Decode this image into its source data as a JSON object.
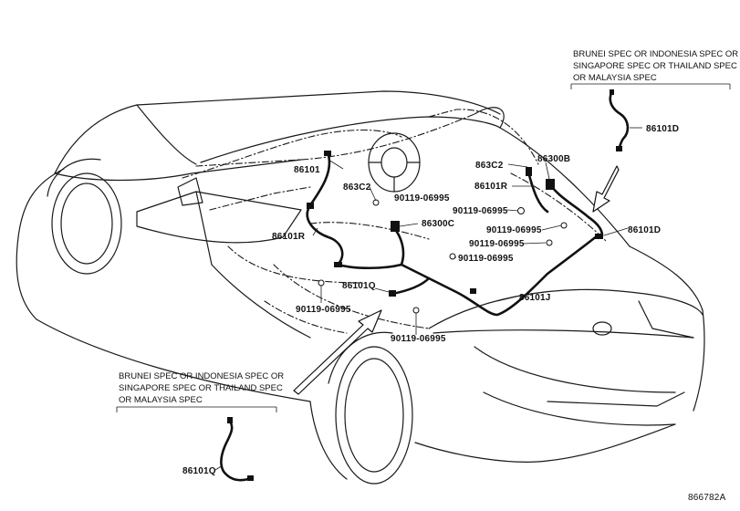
{
  "diagram_id": "866782A",
  "spec_note_upper": {
    "line1": "BRUNEI SPEC OR INDONESIA SPEC OR",
    "line2": "SINGAPORE SPEC OR THAILAND SPEC",
    "line3": "OR MALAYSIA SPEC"
  },
  "spec_note_lower": {
    "line1": "BRUNEI SPEC OR INDONESIA SPEC OR",
    "line2": "SINGAPORE SPEC OR THAILAND SPEC",
    "line3": "OR MALAYSIA SPEC"
  },
  "labels": {
    "p86101": "86101",
    "p863C2_left": "863C2",
    "p86101R_left": "86101R",
    "p863C2_right": "863C2",
    "p86300B": "86300B",
    "p86101R_right": "86101R",
    "bolt_a": "90119-06995",
    "bolt_b": "90119-06995",
    "p86300C": "86300C",
    "bolt_c": "90119-06995",
    "p86101D_main": "86101D",
    "bolt_d": "90119-06995",
    "bolt_e": "90119-06995",
    "p86101Q_main": "86101Q",
    "p86101J": "86101J",
    "bolt_f": "90119-06995",
    "bolt_g": "90119-06995",
    "p86101D_inset": "86101D",
    "p86101Q_inset": "86101Q"
  }
}
